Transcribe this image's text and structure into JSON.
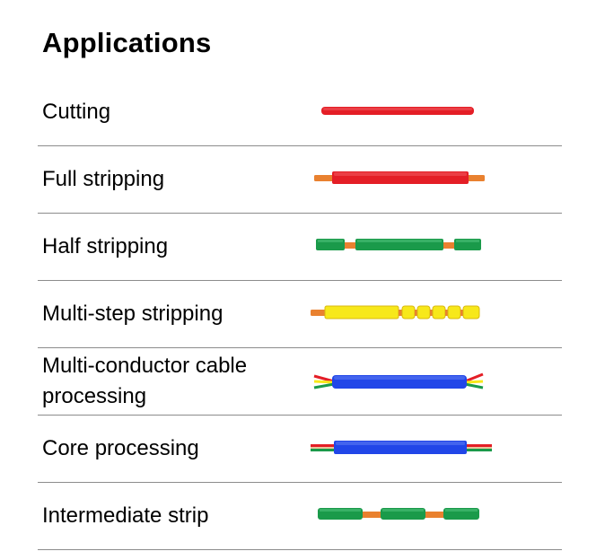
{
  "page": {
    "title": "Applications"
  },
  "applications": [
    {
      "label": "Cutting",
      "icon": "cutting-wire-icon"
    },
    {
      "label": "Full stripping",
      "icon": "full-stripping-wire-icon"
    },
    {
      "label": "Half stripping",
      "icon": "half-stripping-wire-icon"
    },
    {
      "label": "Multi-step stripping",
      "icon": "multi-step-stripping-wire-icon"
    },
    {
      "label": "Multi-conductor cable\nprocessing",
      "icon": "multi-conductor-cable-icon"
    },
    {
      "label": "Core processing",
      "icon": "core-processing-wire-icon"
    },
    {
      "label": "Intermediate strip",
      "icon": "intermediate-strip-wire-icon"
    }
  ],
  "colors": {
    "insulation_red": "#e41e26",
    "insulation_green": "#1a9a4a",
    "insulation_yellow": "#f7e81a",
    "insulation_blue": "#2146e8",
    "copper": "#e9812f",
    "separator": "#8c8c8c"
  }
}
